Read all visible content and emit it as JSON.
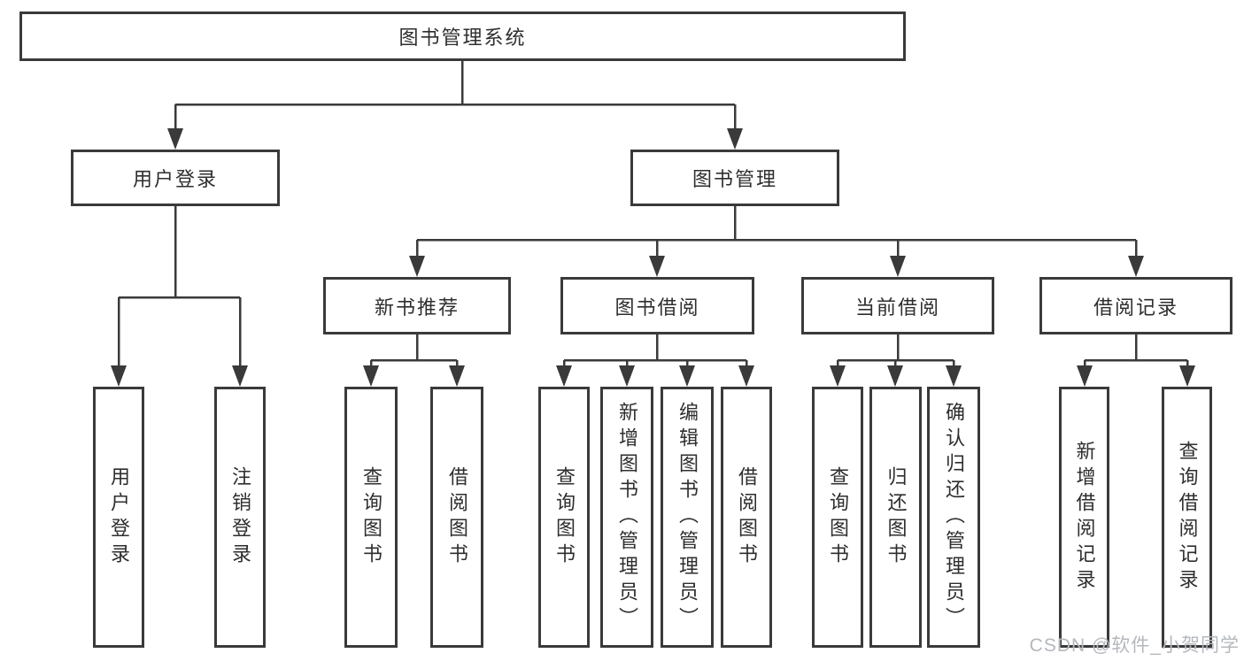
{
  "nodes": {
    "root": "图书管理系统",
    "level2": [
      "用户登录",
      "图书管理"
    ],
    "level3": [
      "新书推荐",
      "图书借阅",
      "当前借阅",
      "借阅记录"
    ],
    "login_children": [
      "用户登录",
      "注销登录"
    ],
    "recommend_children": [
      "查询图书",
      "借阅图书"
    ],
    "borrow_children": [
      "查询图书",
      "新增图书（管理员）",
      "编辑图书（管理员）",
      "借阅图书"
    ],
    "current_children": [
      "查询图书",
      "归还图书",
      "确认归还（管理员）"
    ],
    "records_children": [
      "新增借阅记录",
      "查询借阅记录"
    ]
  },
  "watermark": {
    "text": "CSDN @软件_小贺同学",
    "color": "#b4b8bd"
  },
  "colors": {
    "line": "#3a3a3a",
    "box_border": "#3a3a3a",
    "text": "#2e2e2e",
    "background": "#ffffff"
  }
}
